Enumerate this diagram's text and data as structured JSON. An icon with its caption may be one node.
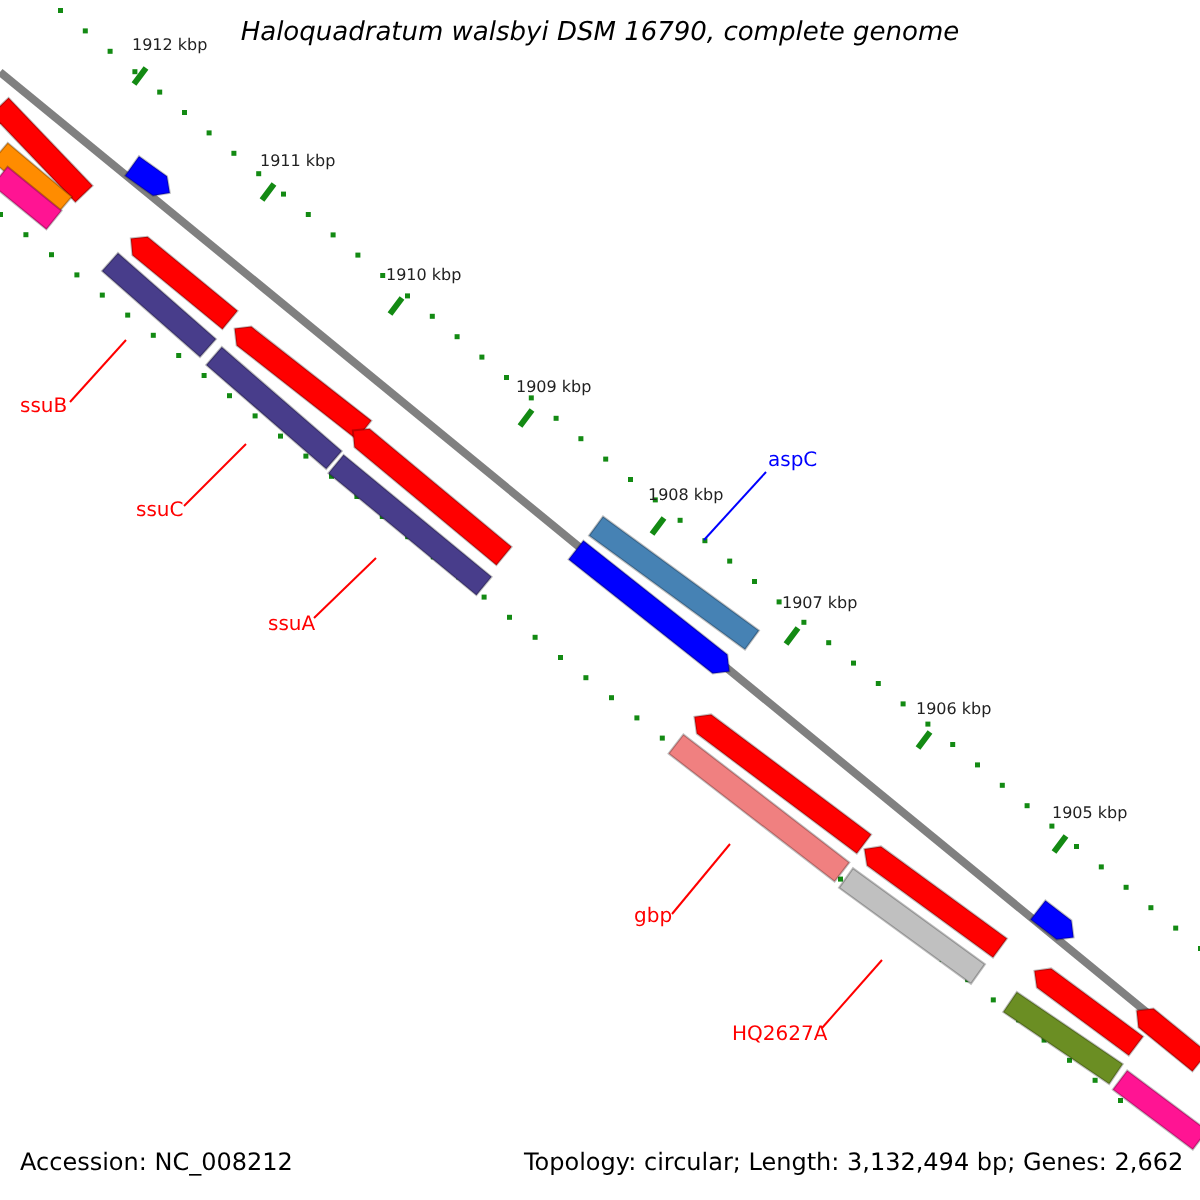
{
  "diagram": {
    "title": "Haloquadratum walsbyi DSM 16790, complete genome",
    "nodes": [
      {
        "text": [
          "ssuB"
        ]
      },
      {
        "text": [],
        "shape": "bar"
      },
      {
        "text": [
          "ssuC"
        ]
      },
      {
        "text": [],
        "shape": "bar"
      },
      {
        "text": [
          "ssuA"
        ]
      },
      {
        "text": [],
        "shape": "bar"
      },
      {
        "text": [
          "aspC"
        ]
      },
      {
        "text": [],
        "shape": "bar"
      },
      {
        "text": [
          "gbp"
        ]
      },
      {
        "text": [],
        "shape": "bar"
      },
      {
        "text": [
          "HQ2627A"
        ]
      },
      {
        "text": [],
        "shape": "bar"
      }
    ],
    "edges": [
      {
        "from": 0,
        "to": 1,
        "arrow": "none"
      },
      {
        "from": 2,
        "to": 3,
        "arrow": "none"
      },
      {
        "from": 4,
        "to": 5,
        "arrow": "none"
      },
      {
        "from": 6,
        "to": 7,
        "arrow": "none",
        "color": "#0000ff"
      },
      {
        "from": 8,
        "to": 9,
        "arrow": "none"
      },
      {
        "from": 10,
        "to": 11,
        "arrow": "none"
      }
    ],
    "labels": [
      "1912 kbp",
      "1911 kbp",
      "1910 kbp",
      "1909 kbp",
      "1908 kbp",
      "1907 kbp",
      "1906 kbp",
      "1905 kbp",
      "Accession: NC_008212",
      "Topology: circular; Length: 3,132,494 bp; Genes: 2,662"
    ]
  }
}
